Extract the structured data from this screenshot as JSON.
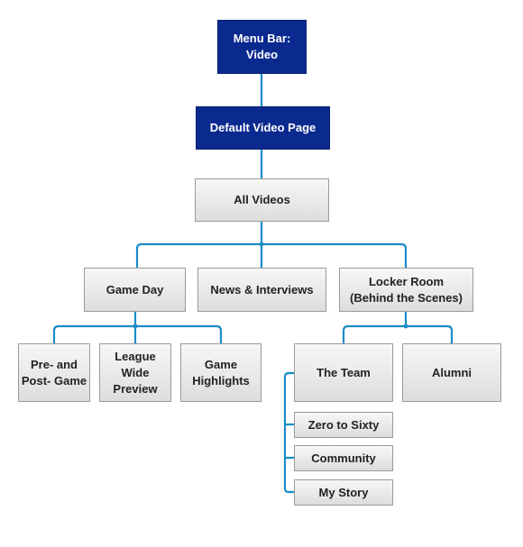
{
  "colors": {
    "connector": "#1a8cc7",
    "dark_fill": "#0b2a8f",
    "box_fill": "#e6e6e6"
  },
  "nodes": {
    "menu_bar": "Menu Bar:\nVideo",
    "default_video_page": "Default Video Page",
    "all_videos": "All Videos",
    "game_day": "Game Day",
    "news_interviews": "News & Interviews",
    "locker_room": "Locker Room\n(Behind the Scenes)",
    "pre_post_game": "Pre- and\nPost- Game",
    "league_wide_preview": "League\nWide\nPreview",
    "game_highlights": "Game\nHighlights",
    "the_team": "The Team",
    "alumni": "Alumni",
    "zero_to_sixty": "Zero to Sixty",
    "community": "Community",
    "my_story": "My Story"
  }
}
